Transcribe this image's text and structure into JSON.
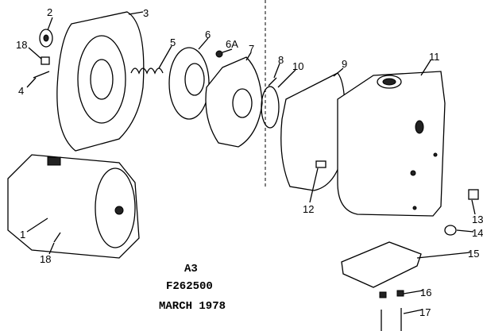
{
  "captions": {
    "sheet": "A3",
    "part_number": "F262500",
    "date": "MARCH 1978"
  },
  "callouts": [
    "2",
    "3",
    "18",
    "5",
    "6",
    "6A",
    "7",
    "8",
    "10",
    "9",
    "11",
    "4",
    "12",
    "13",
    "14",
    "15",
    "16",
    "17",
    "1",
    "18"
  ]
}
